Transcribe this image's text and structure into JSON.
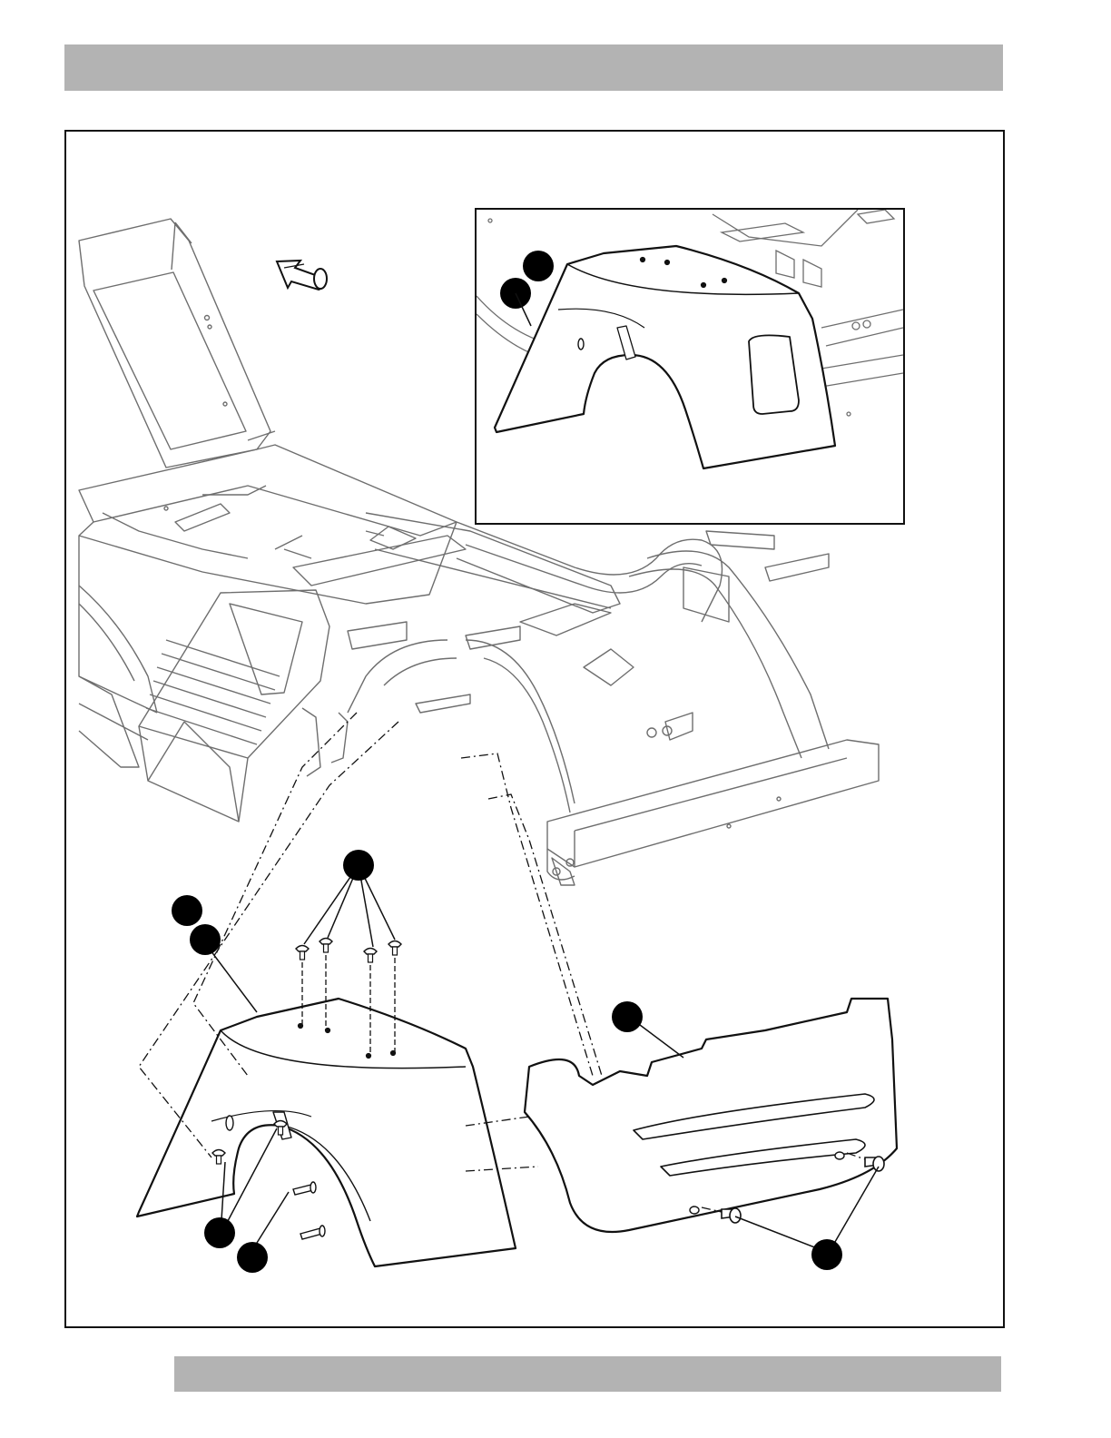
{
  "colors": {
    "band": "#b3b3b3",
    "frame_stroke": "#111111",
    "frame_stroke_light": "#6e6e6e",
    "callout": "#000000"
  },
  "icons": {
    "direction": "forward-arrow-icon",
    "callout": "callout-dot-icon"
  },
  "figure": {
    "parts": [
      "frame",
      "rear-left-fender",
      "rear-body-panel",
      "push-rivets",
      "fasteners"
    ],
    "callout_count": 9,
    "inset_callout_count": 2
  }
}
